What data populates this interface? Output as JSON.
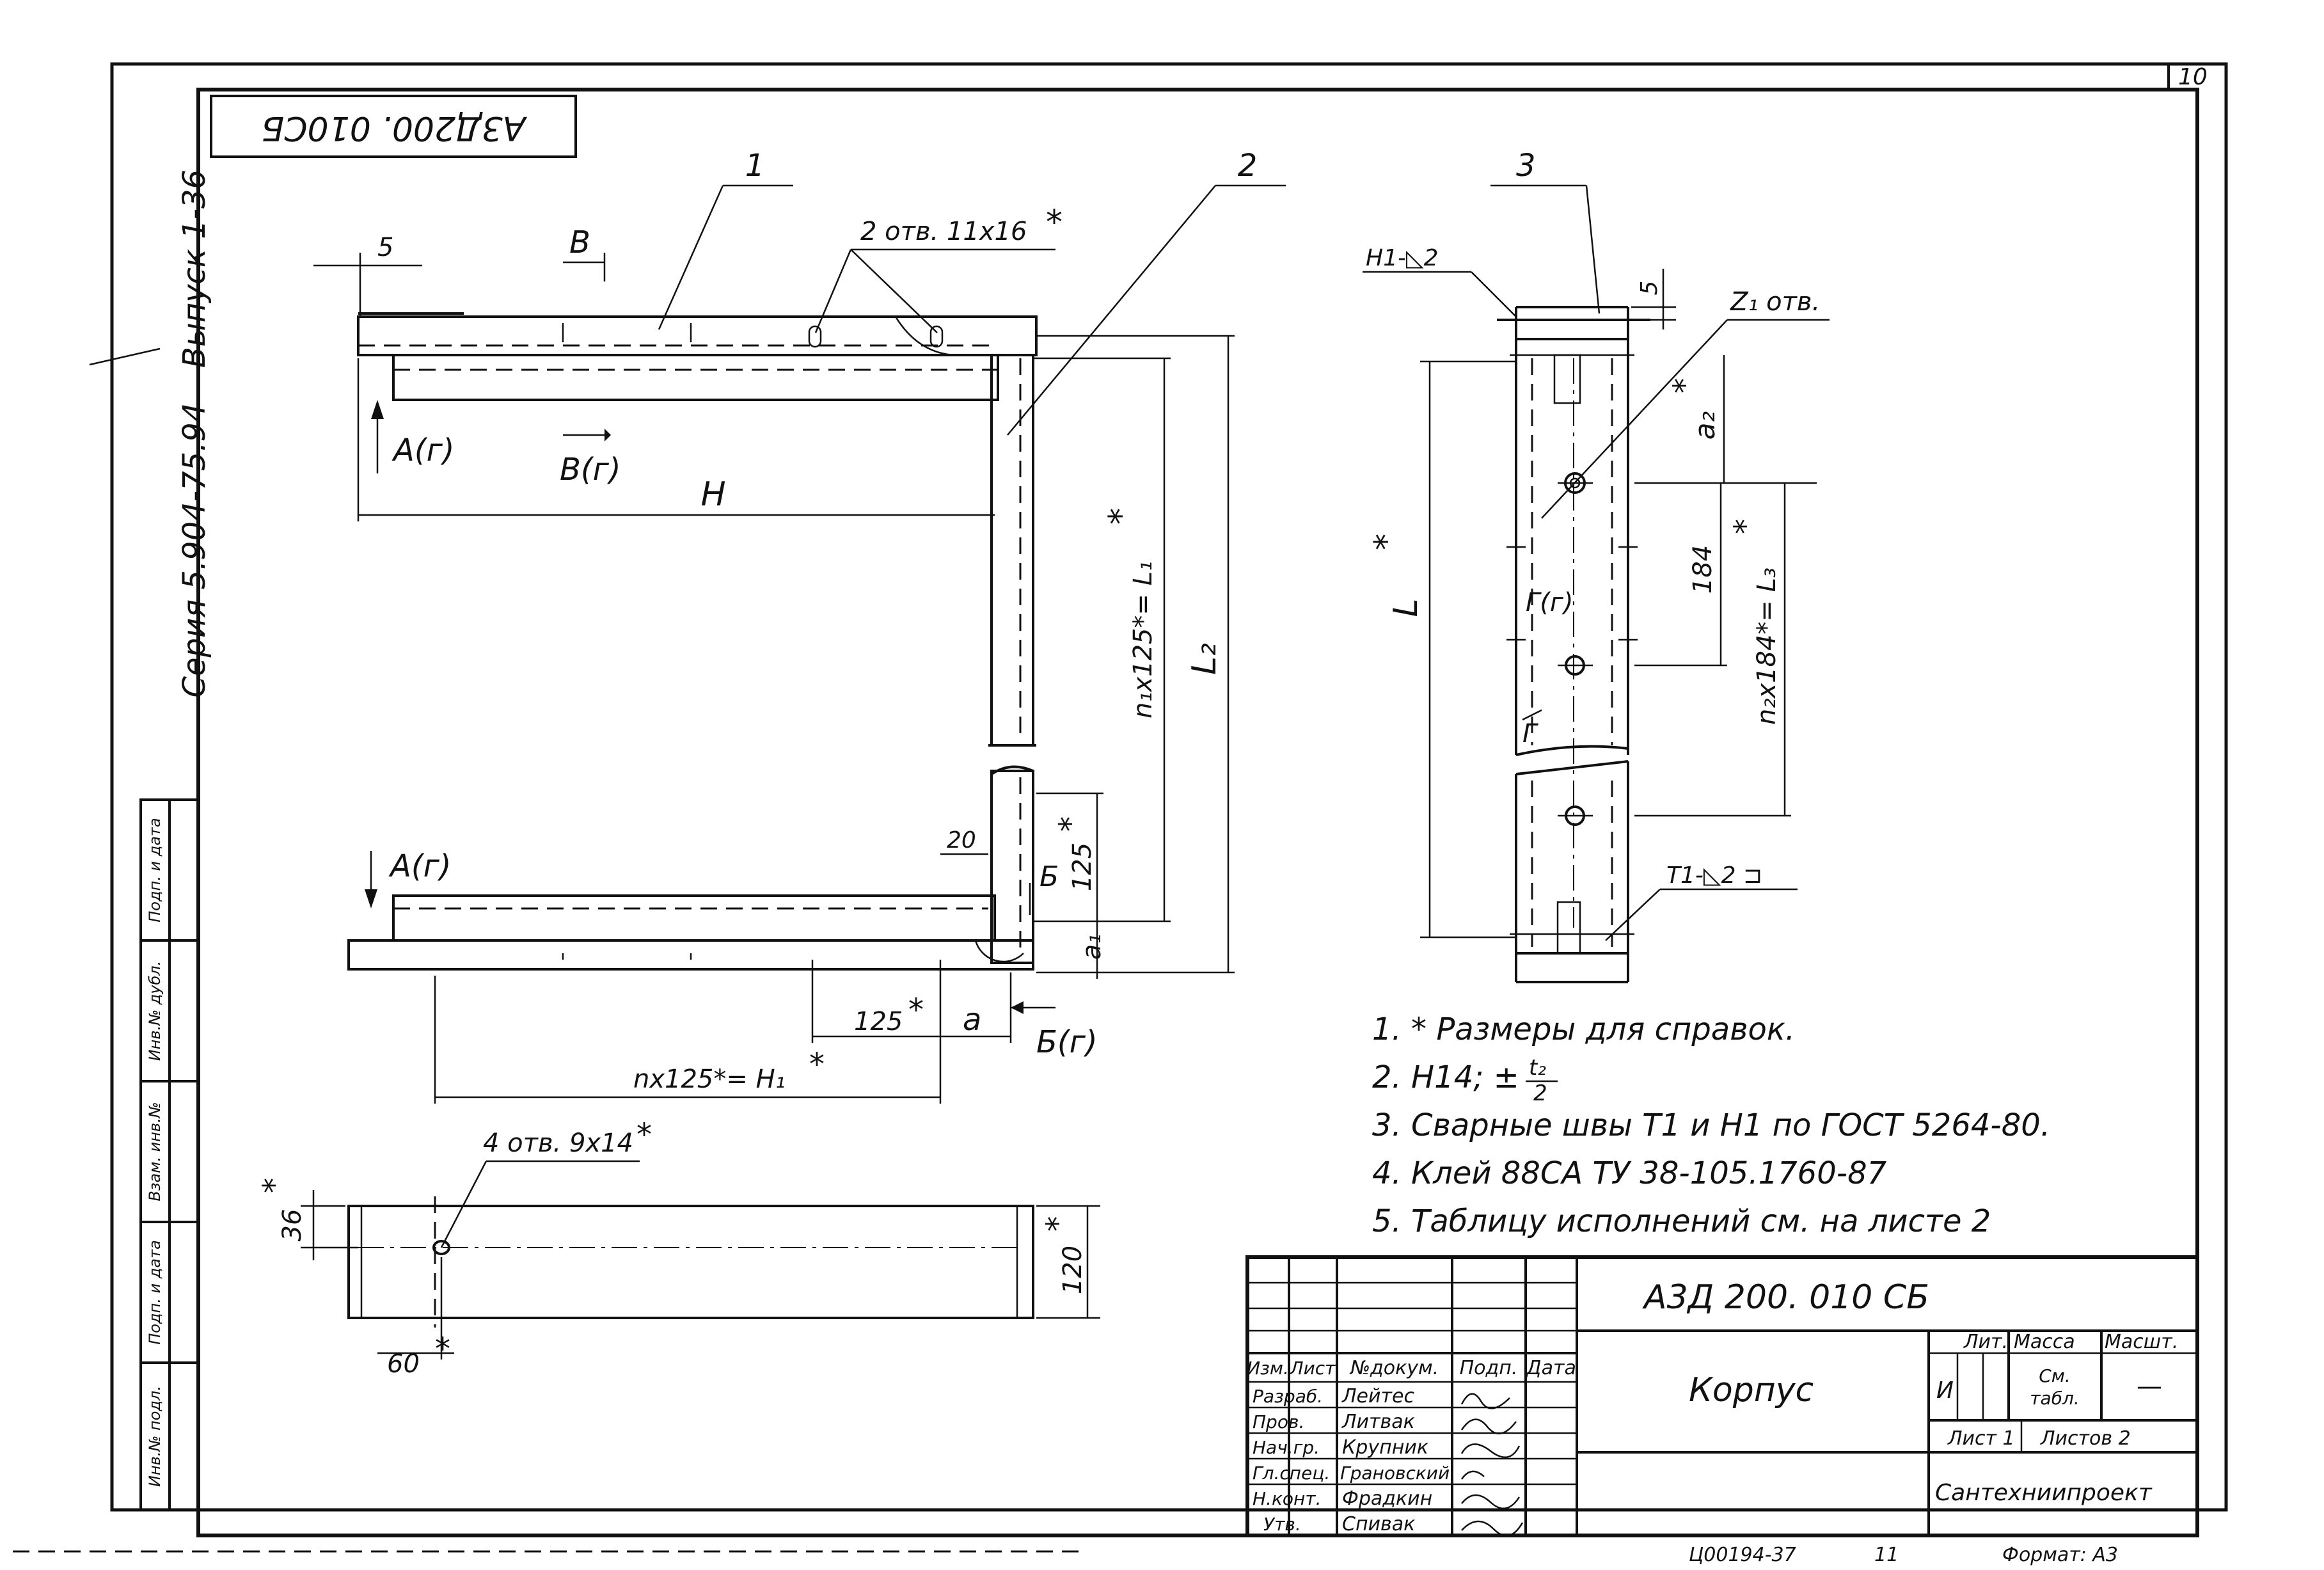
{
  "sheet_number": "10",
  "stamp": "А3Д200. 010СБ",
  "side_strip": {
    "series": "Серия 5.904-75.94",
    "issue": "Выпуск 1-36",
    "cells": [
      "Инв.№ подл.",
      "Подп. и дата",
      "Взам. инв.№",
      "Инв.№ дубл.",
      "Подп. и дата"
    ]
  },
  "main_view": {
    "callout_1": "1",
    "callout_2": "2",
    "holes_top": "2 отв. 11х16",
    "star": "*",
    "dim_5": "5",
    "section_b": "В",
    "view_a_top": "А(г)",
    "section_b_lower": "В(г)",
    "dim_h": "Н",
    "dim_n1": "n₁х125*= L₁",
    "dim_l2": "L₂",
    "view_a_bottom": "А(г)",
    "dim_20": "20",
    "section_b_label": "Б",
    "dim_125_right": "125",
    "dim_a1": "a₁",
    "dim_125_bottom": "125",
    "dim_a": "a",
    "section_b_view": "Б(г)",
    "dim_nx125": "nх125*= Н₁"
  },
  "side_view": {
    "callout_3": "3",
    "weld_h1": "Н1-◺2",
    "dim_5": "5",
    "holes_z1": "Z₁ отв.",
    "dim_l": "L",
    "dim_a2": "a₂",
    "dim_184": "184",
    "dim_n2": "n₂х184*= L₃",
    "view_g": "Г(г)",
    "view_g_arrow": "Г",
    "weld_t1": "Т1-◺2 ⊐"
  },
  "bottom_view": {
    "holes": "4 отв. 9х14",
    "dim_36": "36",
    "dim_60": "60",
    "dim_120": "120"
  },
  "notes": [
    "1. * Размеры для справок.",
    "2. Н14; ±",
    "3. Сварные швы Т1 и Н1 по ГОСТ 5264-80.",
    "4. Клей 88СА ТУ 38-105.1760-87",
    "5. Таблицу исполнений см. на листе 2"
  ],
  "note_fraction": {
    "num": "t₂",
    "den": "2"
  },
  "title_block": {
    "designation": "А3Д 200. 010 СБ",
    "name": "Корпус",
    "header": [
      "Изм.",
      "Лист",
      "№докум.",
      "Подп.",
      "Дата"
    ],
    "roles": [
      {
        "role": "Разраб.",
        "name": "Лейтес"
      },
      {
        "role": "Пров.",
        "name": "Литвак"
      },
      {
        "role": "Нач.гр.",
        "name": "Крупник"
      },
      {
        "role": "Гл.спец.",
        "name": "Грановский"
      },
      {
        "role": "Н.конт.",
        "name": "Фрадкин"
      },
      {
        "role": "Утв.",
        "name": "Спивак"
      }
    ],
    "lit_label": "Лит.",
    "mass_label": "Масса",
    "scale_label": "Масшт.",
    "lit_value": "И",
    "mass_value_1": "См.",
    "mass_value_2": "табл.",
    "scale_value": "—",
    "sheet": "Лист 1",
    "sheets": "Листов 2",
    "organization": "Сантехниипроект"
  },
  "footer": {
    "code": "Ц00194-37",
    "mark": "11",
    "format": "Формат: А3"
  }
}
